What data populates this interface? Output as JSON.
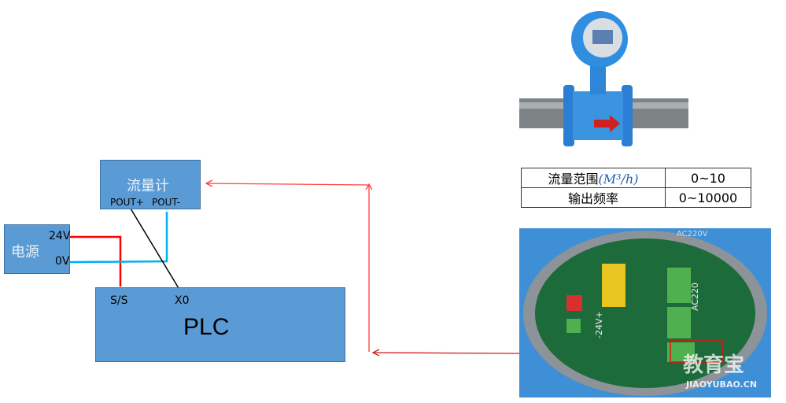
{
  "flowmeter": {
    "title": "流量计",
    "pout_plus": "POUT+",
    "pout_minus": "POUT-"
  },
  "power": {
    "title": "电源",
    "v24": "24V",
    "v0": "0V"
  },
  "plc": {
    "title": "PLC",
    "ss": "S/S",
    "x0": "X0"
  },
  "spec_table": {
    "rows": [
      {
        "label": "流量范围",
        "unit": "(M³/h)",
        "value": "0~10"
      },
      {
        "label": "输出频率",
        "unit": "",
        "value": "0~10000"
      }
    ]
  },
  "board": {
    "label_ac": "AC220V",
    "label_24v": "-24V+",
    "label_ac220": "AC220"
  },
  "watermark": {
    "cn": "教育宝",
    "en": "JIAOYUBAO.CN"
  },
  "colors": {
    "box": "#5b9bd5",
    "wire_24v": "#ff0000",
    "wire_0v": "#00b0f0",
    "wire_signal": "#000000",
    "arrow": "#ff0000"
  }
}
